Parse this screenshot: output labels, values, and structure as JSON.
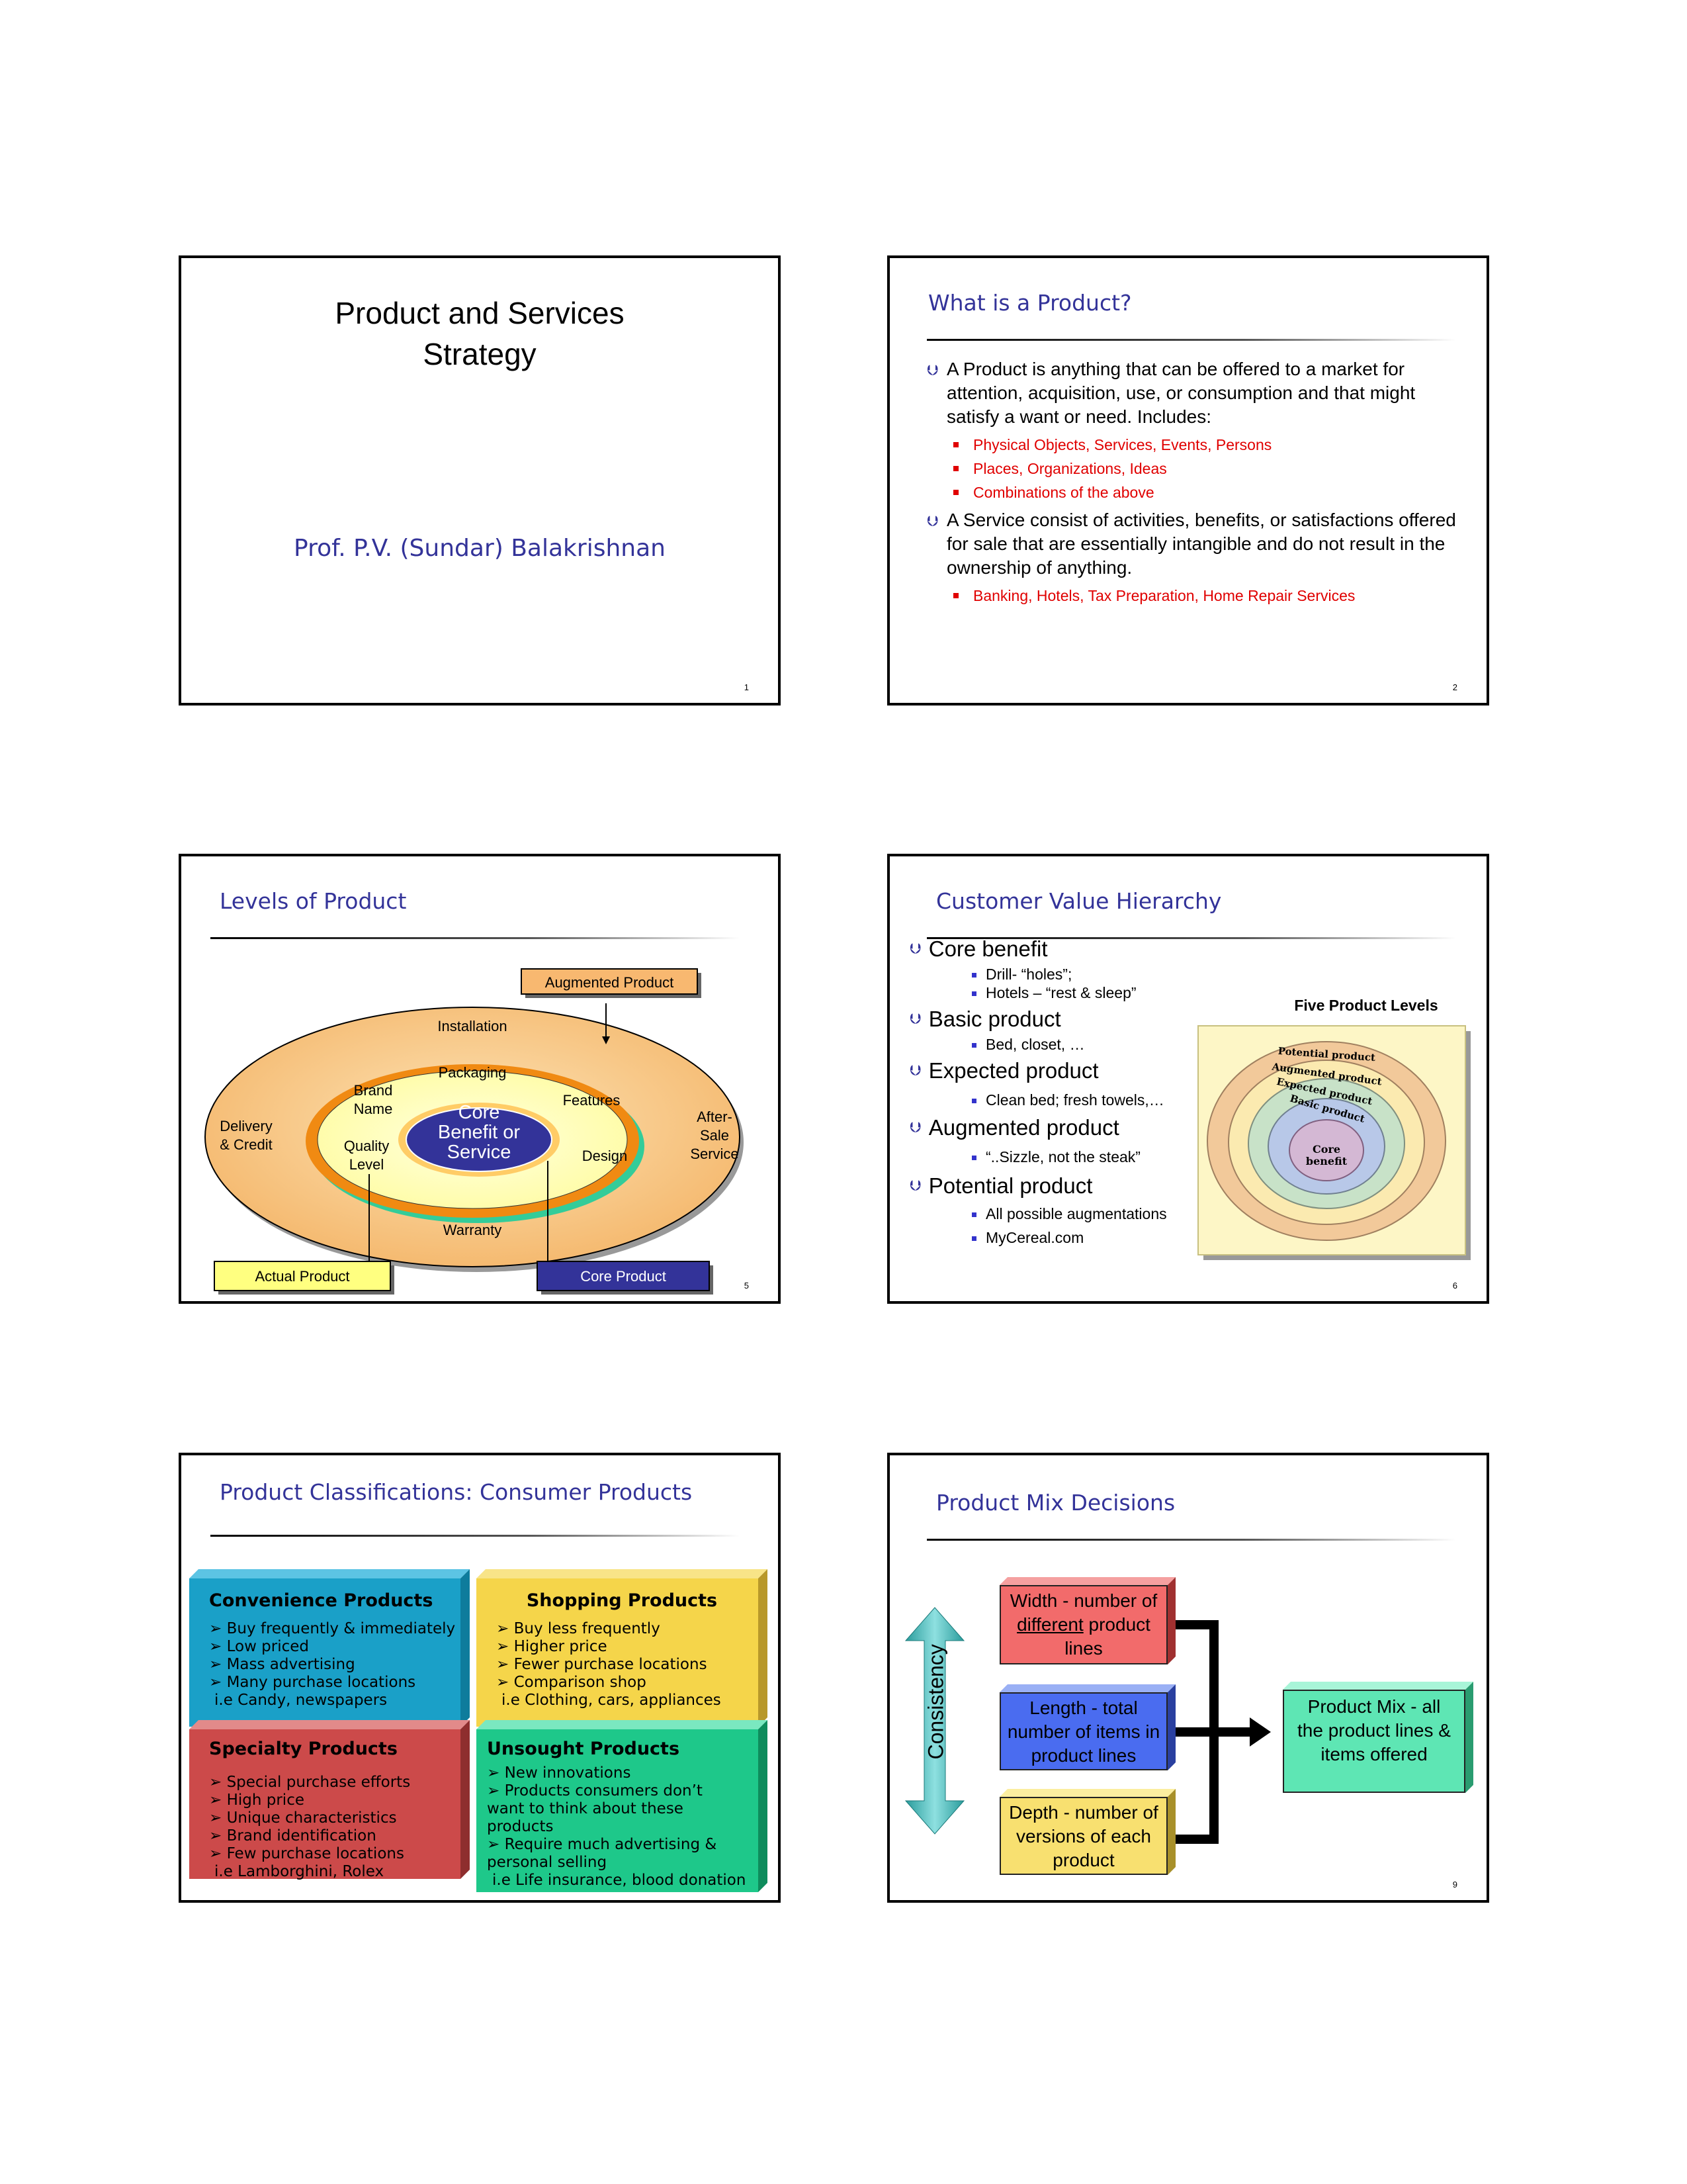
{
  "slide1": {
    "title_line1": "Product and Services",
    "title_line2": "Strategy",
    "author": "Prof. P.V. (Sundar) Balakrishnan",
    "page": "1"
  },
  "slide2": {
    "title": "What is a Product?",
    "product_def": "A Product is anything that can be offered to a market for attention, acquisition, use, or consumption and that might satisfy a want or need.  Includes:",
    "product_examples": [
      "Physical Objects, Services, Events, Persons",
      "Places, Organizations, Ideas",
      "Combinations of the above"
    ],
    "service_def": "A Service consist of activities, benefits, or satisfactions offered for sale that are essentially intangible and do not result in the ownership of anything.",
    "service_examples": [
      "Banking, Hotels, Tax Preparation, Home Repair Services"
    ],
    "page": "2"
  },
  "slide3": {
    "title": "Levels of Product",
    "augmented_product": "Augmented Product",
    "installation": "Installation",
    "packaging": "Packaging",
    "brand_name": "Brand Name",
    "features": "Features",
    "delivery_credit": "Delivery & Credit",
    "after_sale_service": "After-Sale Service",
    "core_benefit": "Core Benefit or Service",
    "quality_level": "Quality Level",
    "design": "Design",
    "warranty": "Warranty",
    "actual_product": "Actual Product",
    "core_product": "Core Product",
    "page": "5"
  },
  "slide4": {
    "title": "Customer Value Hierarchy",
    "levels": [
      {
        "name": "Core benefit",
        "items": [
          "Drill- “holes”;",
          "Hotels – “rest & sleep”"
        ]
      },
      {
        "name": "Basic product",
        "items": [
          "Bed, closet, …"
        ]
      },
      {
        "name": "Expected product",
        "items": [
          "Clean bed; fresh towels,…"
        ]
      },
      {
        "name": "Augmented product",
        "items": [
          "“..Sizzle, not the steak”"
        ]
      },
      {
        "name": "Potential product",
        "items": [
          "All possible augmentations",
          "MyCereal.com"
        ]
      }
    ],
    "figure_title": "Five Product Levels",
    "ring_labels": [
      "Potential product",
      "Augmented product",
      "Expected product",
      "Basic product",
      "Core benefit"
    ],
    "page": "6"
  },
  "slide5": {
    "title": "Product Classifications: Consumer Products",
    "convenience": {
      "heading": "Convenience Products",
      "lines": [
        "➢ Buy frequently & immediately",
        "➢ Low priced",
        "➢ Mass advertising",
        "➢ Many purchase locations",
        "i.e Candy, newspapers"
      ]
    },
    "shopping": {
      "heading": "Shopping Products",
      "lines": [
        "➢ Buy less frequently",
        "➢ Higher price",
        "➢ Fewer purchase locations",
        "➢ Comparison shop",
        "i.e Clothing, cars, appliances"
      ]
    },
    "specialty": {
      "heading": "Specialty Products",
      "lines": [
        "➢ Special purchase efforts",
        "➢ High price",
        "➢ Unique characteristics",
        "➢ Brand identification",
        "➢ Few purchase locations",
        "i.e Lamborghini, Rolex"
      ]
    },
    "unsought": {
      "heading": "Unsought Products",
      "lines": [
        "➢ New innovations",
        "➢ Products consumers don’t",
        "want to think about these",
        "products",
        "➢ Require much advertising &",
        "personal selling",
        "i.e Life insurance, blood donation"
      ]
    },
    "colors": {
      "convenience": "#1aa0c8",
      "shopping": "#f5d54a",
      "specialty": "#cc4a4a",
      "unsought": "#1ec88a"
    }
  },
  "slide6": {
    "title": "Product Mix Decisions",
    "consistency": "Consistency",
    "width_pre": "Width - number of",
    "width_ul": "different",
    "width_post": " product lines",
    "length": "Length - total number of items in product lines",
    "depth": "Depth - number of versions of each product",
    "mix": "Product Mix - all the product lines & items offered",
    "page": "9"
  }
}
